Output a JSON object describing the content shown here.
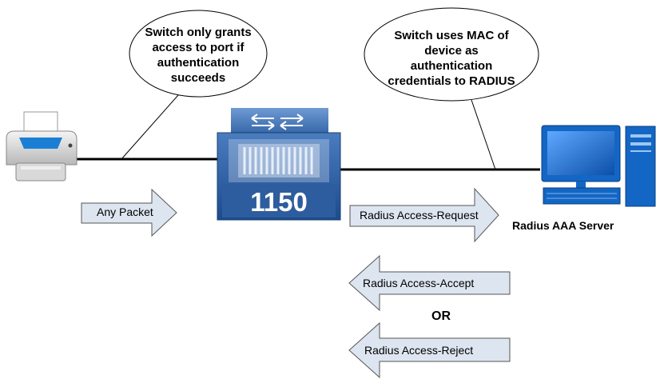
{
  "bubbles": {
    "left": "Switch only grants access to port if authentication succeeds",
    "right": "Switch uses MAC of device as authentication credentials to RADIUS"
  },
  "switch": {
    "model": "1150",
    "icon": "switch-icon"
  },
  "printer": {
    "icon": "printer-icon"
  },
  "server": {
    "icon": "server-computer-icon",
    "label": "Radius AAA Server"
  },
  "arrows": {
    "any_packet": "Any Packet",
    "request": "Radius Access-Request",
    "accept": "Radius Access-Accept",
    "or": "OR",
    "reject": "Radius Access-Reject"
  },
  "colors": {
    "arrow_fill": "#dde5f0",
    "switch_dark": "#1f4f8f",
    "switch_light": "#3d6fb3",
    "monitor_blue": "#1366c4",
    "printer_blue": "#1a7fd4"
  }
}
